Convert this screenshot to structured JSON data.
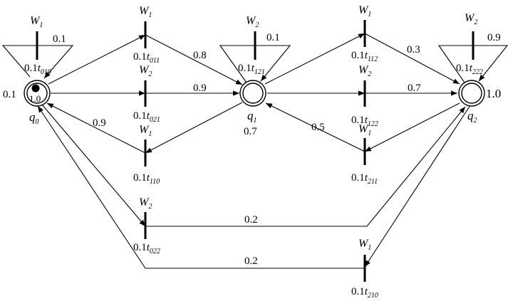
{
  "states": [
    {
      "name": "q",
      "sub": "0",
      "initial_prob": "0.1",
      "token_count": "1.0"
    },
    {
      "name": "q",
      "sub": "1",
      "prob": "0.7"
    },
    {
      "name": "q",
      "sub": "2",
      "final_prob": "1.0"
    }
  ],
  "transitions": [
    {
      "id": "t010",
      "label": "W",
      "label_sub": "1",
      "prob": "0.1",
      "t_sub": "010",
      "out_prob": "0.1"
    },
    {
      "id": "t011",
      "label": "W",
      "label_sub": "1",
      "prob": "0.1",
      "t_sub": "011",
      "out_prob": "0.8"
    },
    {
      "id": "t021",
      "label": "W",
      "label_sub": "2",
      "prob": "0.1",
      "t_sub": "021",
      "out_prob": "0.9"
    },
    {
      "id": "t110",
      "label": "W",
      "label_sub": "1",
      "prob": "0.1",
      "t_sub": "110",
      "out_prob": "0.9"
    },
    {
      "id": "t121",
      "label": "W",
      "label_sub": "2",
      "prob": "0.1",
      "t_sub": "121",
      "out_prob": "0.1"
    },
    {
      "id": "t112",
      "label": "W",
      "label_sub": "1",
      "prob": "0.1",
      "t_sub": "112",
      "out_prob": "0.3"
    },
    {
      "id": "t122",
      "label": "W",
      "label_sub": "2",
      "prob": "0.1",
      "t_sub": "122",
      "out_prob": "0.7"
    },
    {
      "id": "t211",
      "label": "W",
      "label_sub": "1",
      "prob": "0.1",
      "t_sub": "211",
      "out_prob": "0.5"
    },
    {
      "id": "t222",
      "label": "W",
      "label_sub": "2",
      "prob": "0.1",
      "t_sub": "222",
      "out_prob": "0.9"
    },
    {
      "id": "t022",
      "label": "W",
      "label_sub": "2",
      "prob": "0.1",
      "t_sub": "022",
      "out_prob": "0.2"
    },
    {
      "id": "t210",
      "label": "W",
      "label_sub": "1",
      "prob": "0.1",
      "t_sub": "210",
      "out_prob": "0.2"
    }
  ]
}
